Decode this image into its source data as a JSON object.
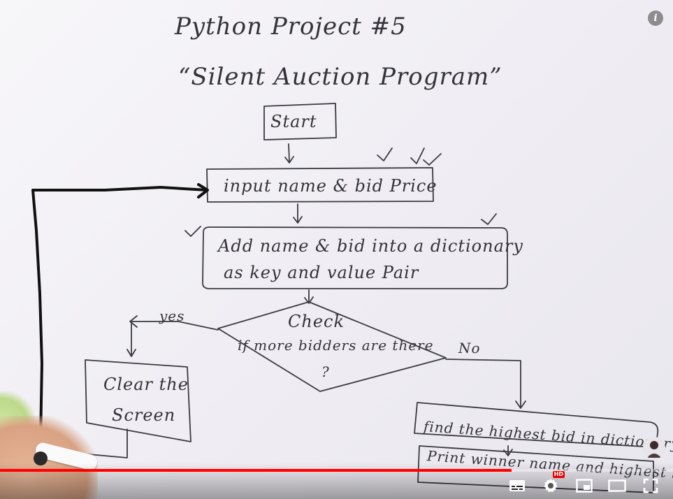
{
  "board": {
    "title_line1": "Python Project #5",
    "title_line2": "“Silent Auction Program”",
    "start": "Start",
    "input_box": "input name & bid Price",
    "add_box_line1": "Add name & bid into a dictionary",
    "add_box_line2": "as key and value Pair",
    "check_line1": "Check",
    "check_line2": "if more bidders are there",
    "check_line3": "?",
    "yes_label": "yes",
    "no_label": "No",
    "clear_line1": "Clear the",
    "clear_line2": "Screen",
    "find_box": "find the highest bid in dictionary",
    "print_box": "Print winner name and highest bid"
  },
  "player": {
    "progress": 0.76,
    "progress_color": "#ff0000",
    "hd_badge": "HD",
    "icons": [
      "info-icon",
      "subtitles-icon",
      "settings-icon",
      "miniplayer-icon",
      "theater-mode-icon",
      "fullscreen-icon"
    ]
  }
}
